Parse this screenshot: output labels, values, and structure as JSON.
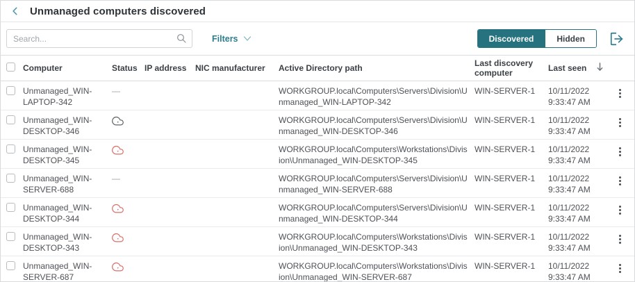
{
  "header": {
    "title": "Unmanaged computers discovered",
    "back_icon": "chevron-left-icon"
  },
  "toolbar": {
    "search_placeholder": "Search...",
    "search_icon": "magnifier-icon",
    "filters_label": "Filters",
    "filters_icon": "chevron-down-icon",
    "toggle": {
      "discovered_label": "Discovered",
      "hidden_label": "Hidden",
      "active": "Discovered"
    },
    "export_icon": "export-icon"
  },
  "table": {
    "columns": [
      "Computer",
      "Status",
      "IP address",
      "NIC manufacturer",
      "Active Directory path",
      "Last discovery computer",
      "Last seen"
    ],
    "sort": {
      "column": "Last seen",
      "direction": "descending",
      "icon": "arrow-down-icon"
    },
    "status_legend": {
      "dash": "none",
      "cloud-gray": "cloud-gray",
      "cloud-red": "cloud-red"
    },
    "rows": [
      {
        "computer": "Unmanaged_WIN-LAPTOP-342",
        "status": "dash",
        "ip_address": "",
        "nic_manufacturer": "",
        "ad_path": "WORKGROUP.local\\Computers\\Servers\\Division\\Unmanaged_WIN-LAPTOP-342",
        "last_discovery_computer": "WIN-SERVER-1",
        "last_seen_date": "10/11/2022",
        "last_seen_time": "9:33:47 AM"
      },
      {
        "computer": "Unmanaged_WIN-DESKTOP-346",
        "status": "cloud-gray",
        "ip_address": "",
        "nic_manufacturer": "",
        "ad_path": "WORKGROUP.local\\Computers\\Servers\\Division\\Unmanaged_WIN-DESKTOP-346",
        "last_discovery_computer": "WIN-SERVER-1",
        "last_seen_date": "10/11/2022",
        "last_seen_time": "9:33:47 AM"
      },
      {
        "computer": "Unmanaged_WIN-DESKTOP-345",
        "status": "cloud-red",
        "ip_address": "",
        "nic_manufacturer": "",
        "ad_path": "WORKGROUP.local\\Computers\\Workstations\\Division\\Unmanaged_WIN-DESKTOP-345",
        "last_discovery_computer": "WIN-SERVER-1",
        "last_seen_date": "10/11/2022",
        "last_seen_time": "9:33:47 AM"
      },
      {
        "computer": "Unmanaged_WIN-SERVER-688",
        "status": "dash",
        "ip_address": "",
        "nic_manufacturer": "",
        "ad_path": "WORKGROUP.local\\Computers\\Servers\\Division\\Unmanaged_WIN-SERVER-688",
        "last_discovery_computer": "WIN-SERVER-1",
        "last_seen_date": "10/11/2022",
        "last_seen_time": "9:33:47 AM"
      },
      {
        "computer": "Unmanaged_WIN-DESKTOP-344",
        "status": "cloud-red",
        "ip_address": "",
        "nic_manufacturer": "",
        "ad_path": "WORKGROUP.local\\Computers\\Servers\\Division\\Unmanaged_WIN-DESKTOP-344",
        "last_discovery_computer": "WIN-SERVER-1",
        "last_seen_date": "10/11/2022",
        "last_seen_time": "9:33:47 AM"
      },
      {
        "computer": "Unmanaged_WIN-DESKTOP-343",
        "status": "cloud-red",
        "ip_address": "",
        "nic_manufacturer": "",
        "ad_path": "WORKGROUP.local\\Computers\\Workstations\\Division\\Unmanaged_WIN-DESKTOP-343",
        "last_discovery_computer": "WIN-SERVER-1",
        "last_seen_date": "10/11/2022",
        "last_seen_time": "9:33:47 AM"
      },
      {
        "computer": "Unmanaged_WIN-SERVER-687",
        "status": "cloud-red",
        "ip_address": "",
        "nic_manufacturer": "",
        "ad_path": "WORKGROUP.local\\Computers\\Workstations\\Division\\Unmanaged_WIN-SERVER-687",
        "last_discovery_computer": "WIN-SERVER-1",
        "last_seen_date": "10/11/2022",
        "last_seen_time": "9:33:47 AM"
      }
    ]
  },
  "colors": {
    "accent_teal": "#26737f",
    "link_teal": "#2c7d8e",
    "status_red": "#d9706a",
    "status_gray": "#5f6468",
    "row_border": "#e9ebed"
  }
}
